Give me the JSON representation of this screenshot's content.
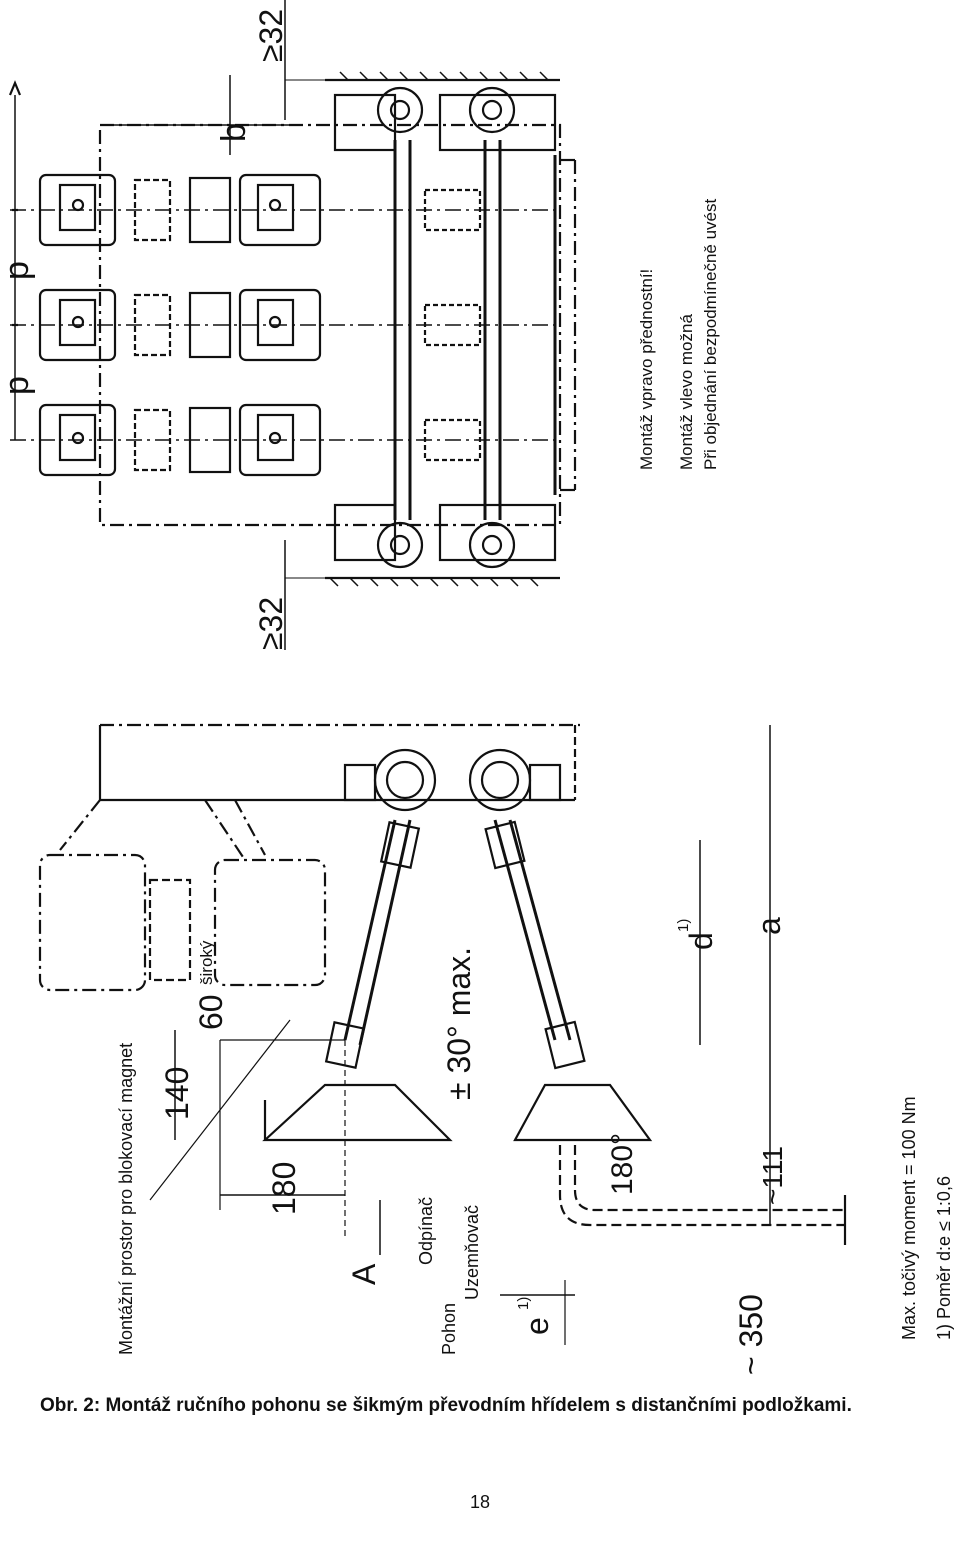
{
  "top_view": {
    "dim_p1": "p",
    "dim_p2": "p",
    "dim_b": "b",
    "dim_min_top": "≥32",
    "dim_min_bottom": "≥32",
    "note_right": "Montáž vpravo přednostní!",
    "note_left_line1": "Montáž vlevo možná",
    "note_left_line2": "Při objednání bezpodmínečně uvést"
  },
  "side_view": {
    "magnet_space": "Montážní prostor pro blokovací magnet",
    "dim_140": "140",
    "dim_60": "60",
    "dim_60_suffix": "široký",
    "dim_180": "180",
    "view_A": "A",
    "pohon": "Pohon",
    "odpinac": "Odpínač",
    "uzemnovac": "Uzemňovač",
    "angle": "± 30° max.",
    "dim_e": "e",
    "dim_e_sup": "1)",
    "dim_350": "~ 350",
    "rotation": "180°",
    "dim_111": "~111",
    "dim_d": "d",
    "dim_d_sup": "1)",
    "dim_a": "a",
    "max_torque": "Max. točivý moment = 100 Nm",
    "footnote": "1)  Poměr d:e ≤ 1:0,6"
  },
  "caption": "Obr. 2: Montáž ručního pohonu se šikmým převodním hřídelem s distančními podložkami.",
  "page_number": "18"
}
